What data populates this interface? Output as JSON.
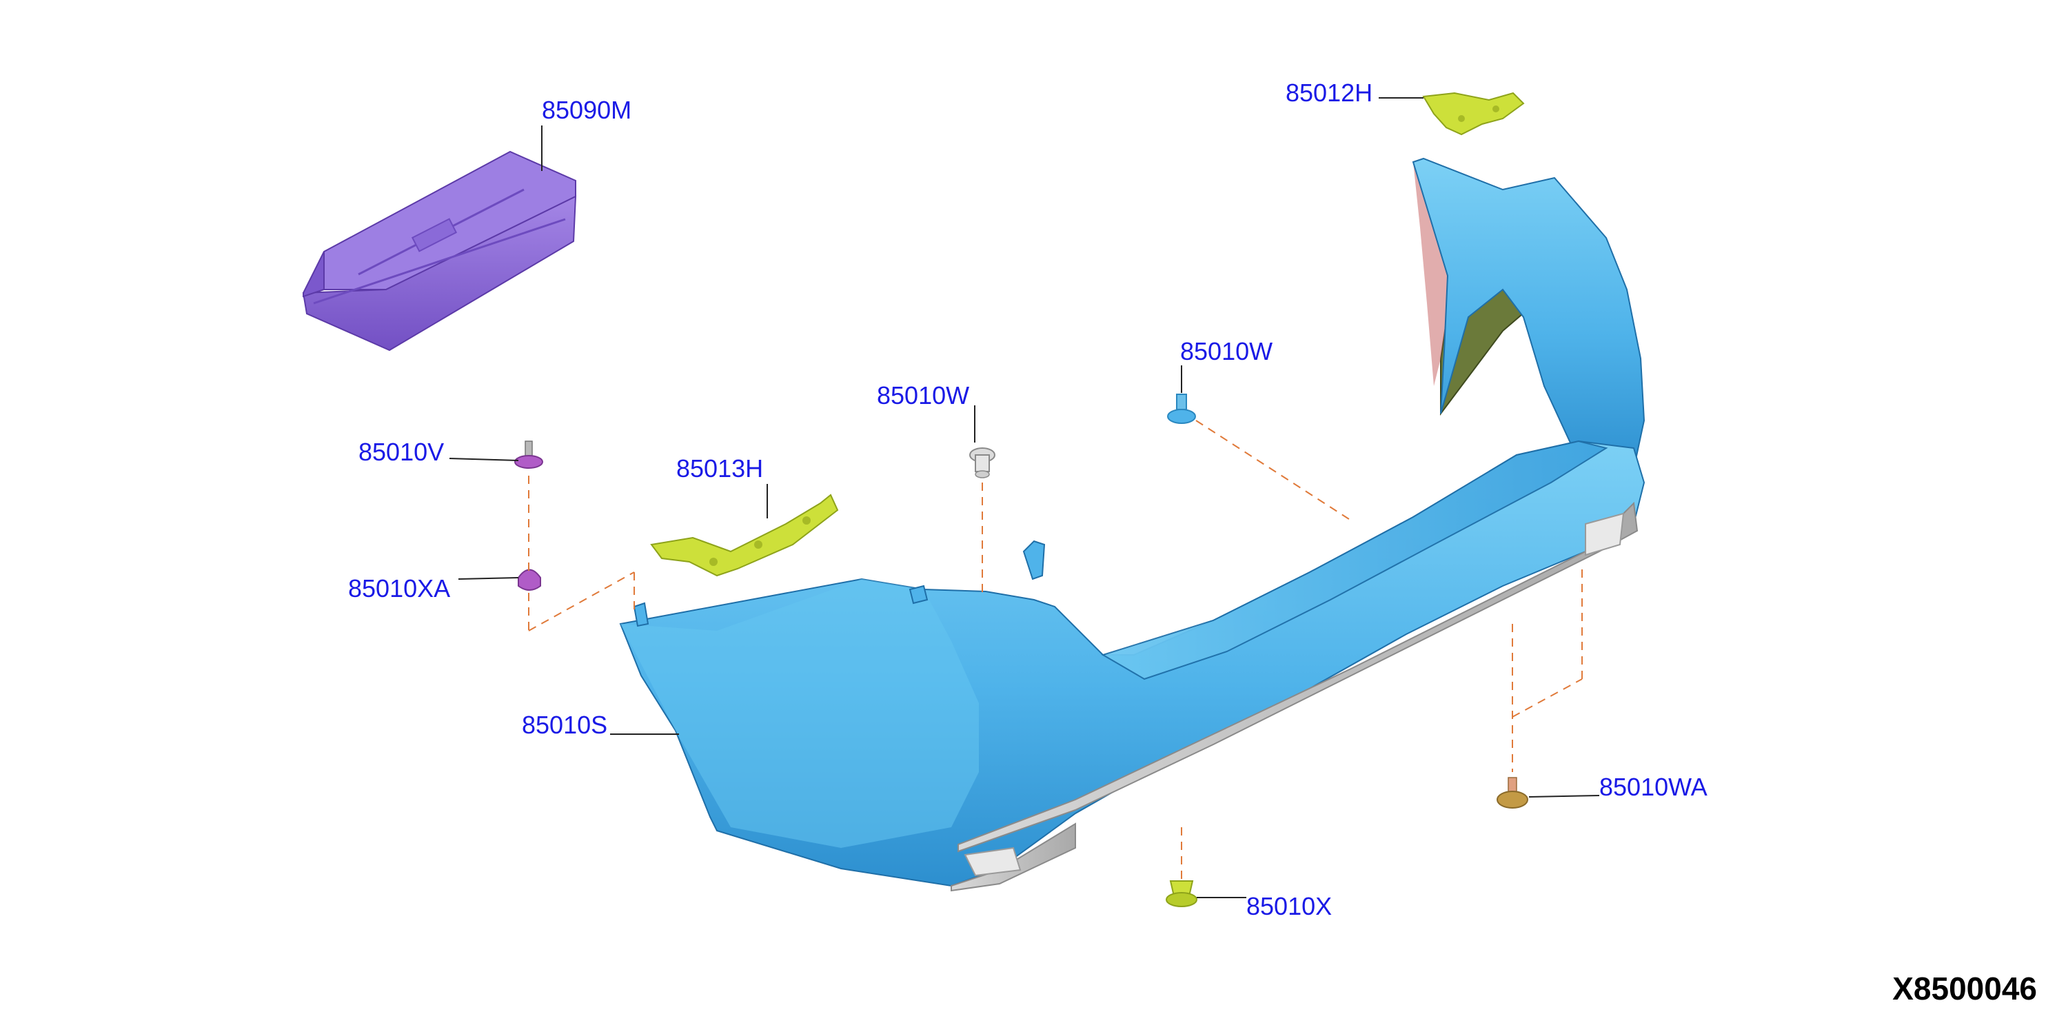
{
  "diagram": {
    "reference_code": "X8500046",
    "callouts": {
      "pad": "85090M",
      "bracket_right": "85012H",
      "clip_w_right": "85010W",
      "clip_w_left": "85010W",
      "screw_v": "85010V",
      "bracket_left": "85013H",
      "nut_xa": "85010XA",
      "bumper": "85010S",
      "clip_wa": "85010WA",
      "clip_x": "85010X"
    },
    "colors": {
      "bumper": "#4fb3ea",
      "bumper_shade": "#2d8fcf",
      "pad": "#8e6bd6",
      "bracket": "#cde03a",
      "inner_panel": "#6b7a3a",
      "diffuser": "#c8c8c8",
      "callout_text": "#1a1ae6",
      "dash_line": "#e07a3a"
    }
  }
}
